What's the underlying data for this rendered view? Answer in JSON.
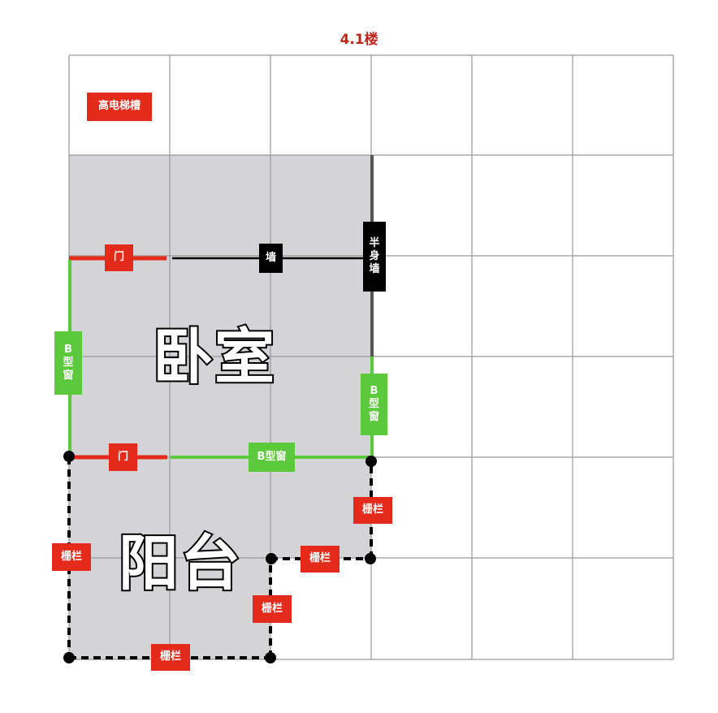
{
  "title": "4.1楼",
  "grid": {
    "cols": 6,
    "rows": 6,
    "x": [
      85,
      209,
      333,
      457,
      581,
      705,
      829
    ],
    "y": [
      68,
      191,
      315,
      439,
      563,
      687,
      812
    ],
    "line_color": "#999999"
  },
  "colors": {
    "red": "#e42a1b",
    "green": "#5cc93c",
    "black": "#000000",
    "room_fill": "#d4d4d6",
    "title": "#c0271c"
  },
  "labels": {
    "elevator": "高电梯槽",
    "door_top": "门",
    "wall": "墙",
    "half_wall": [
      "半",
      "身",
      "墙"
    ],
    "window_left": [
      "B",
      "型",
      "窗"
    ],
    "window_right": [
      "B",
      "型",
      "窗"
    ],
    "door_bottom": "门",
    "window_bottom": "B型窗",
    "railing_right": "栅栏",
    "railing_left": "栅栏",
    "railing_mid": "栅栏",
    "railing_inner": "栅栏",
    "railing_bottom": "栅栏"
  },
  "rooms": {
    "bedroom": "卧室",
    "balcony": "阳台"
  }
}
